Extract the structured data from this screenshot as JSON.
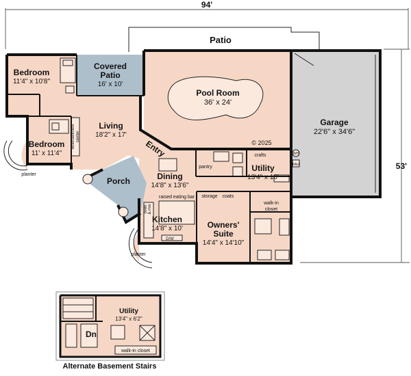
{
  "dimensions": {
    "width": "94'",
    "depth": "53'"
  },
  "rooms": {
    "patio": {
      "name": "Patio"
    },
    "bedroom_1": {
      "name": "Bedroom",
      "size": "11'4\" x 10'8\""
    },
    "covered_patio": {
      "name_line1": "Covered",
      "name_line2": "Patio",
      "size": "16' x 10'"
    },
    "pool_room": {
      "name": "Pool Room",
      "size": "36' x 24'"
    },
    "garage": {
      "name": "Garage",
      "size": "22'6\" x 34'6\""
    },
    "living": {
      "name": "Living",
      "size": "18'2\" x 17'"
    },
    "bedroom_2": {
      "name": "Bedroom",
      "size": "11' x 11'4\""
    },
    "entry": {
      "name": "Entry"
    },
    "dining": {
      "name": "Dining",
      "size": "14'8\" x 13'6\""
    },
    "utility": {
      "name": "Utility",
      "size": "13'4\" x 10'"
    },
    "porch": {
      "name": "Porch"
    },
    "kitchen": {
      "name": "Kitchen",
      "size": "14'8\" x 10'"
    },
    "owners_suite": {
      "name_line1": "Owners'",
      "name_line2": "Suite",
      "size": "14'4\" x 14'10\""
    }
  },
  "labels": {
    "copyright": "© 2025",
    "crafts": "crafts",
    "pantry": "pantry",
    "storage": "storage",
    "coats": "coats",
    "walk_in_closet_1": "walk-in",
    "walk_in_closet_2": "closet",
    "raised_eating_bar": "raised eating bar",
    "planter": "planter",
    "entertainment_line1": "entertainment",
    "entertainment_line2": "center",
    "oven_line1": "oven",
    "oven_line2": "& mw",
    "dw": "D/W",
    "wh": "WH",
    "fau": "FAU"
  },
  "inset": {
    "utility_name": "Utility",
    "utility_size": "13'4\" x 6'2\"",
    "dn": "Dn",
    "walk_in_closet": "walk-in closet",
    "caption": "Alternate Basement Stairs"
  }
}
